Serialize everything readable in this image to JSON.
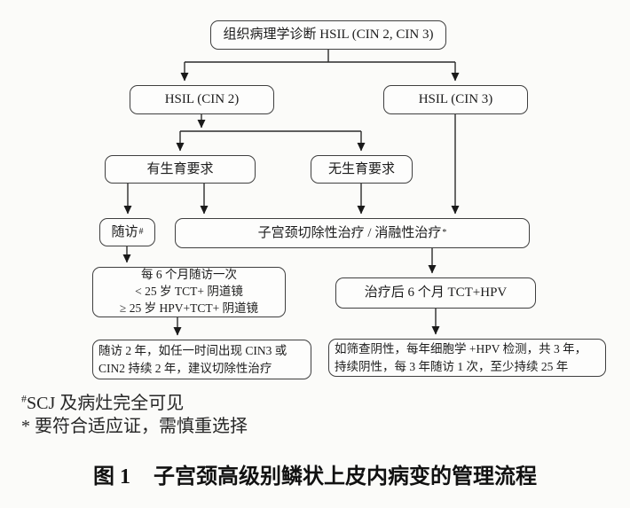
{
  "flowchart": {
    "nodes": {
      "diagnosis": {
        "label": "组织病理学诊断 HSIL (CIN 2, CIN 3)"
      },
      "hsil_cin2": {
        "label": "HSIL (CIN 2)"
      },
      "hsil_cin3": {
        "label": "HSIL (CIN 3)"
      },
      "fertility_yes": {
        "label": "有生育要求"
      },
      "fertility_no": {
        "label": "无生育要求"
      },
      "followup": {
        "label": "随访",
        "sup": "#"
      },
      "treatment": {
        "label": "子宫颈切除性治疗 / 消融性治疗",
        "sup": "*"
      },
      "followup_plan": {
        "lines": [
          "每 6 个月随访一次",
          "< 25 岁 TCT+ 阴道镜",
          "≥ 25 岁 HPV+TCT+ 阴道镜"
        ]
      },
      "post_treatment": {
        "label": "治疗后 6 个月 TCT+HPV"
      },
      "followup_result": {
        "lines": [
          "随访 2 年，如任一时间出现 CIN3 或",
          "CIN2 持续 2 年，建议切除性治疗"
        ]
      },
      "screening_negative": {
        "lines": [
          "如筛查阴性，每年细胞学 +HPV 检测，共 3 年，",
          "持续阴性，每 3 年随访 1 次，至少持续 25 年"
        ]
      }
    }
  },
  "footnotes": [
    {
      "marker": "#",
      "text": "SCJ 及病灶完全可见"
    },
    {
      "marker": "*",
      "text": " 要符合适应证，需慎重选择"
    }
  ],
  "caption": {
    "prefix": "图 1",
    "title": "子宫颈高级别鳞状上皮内病变的管理流程"
  },
  "colors": {
    "box_border": "#3f3f3f",
    "line": "#262626",
    "background": "#fbfbf9",
    "text": "#1c1c1c"
  }
}
